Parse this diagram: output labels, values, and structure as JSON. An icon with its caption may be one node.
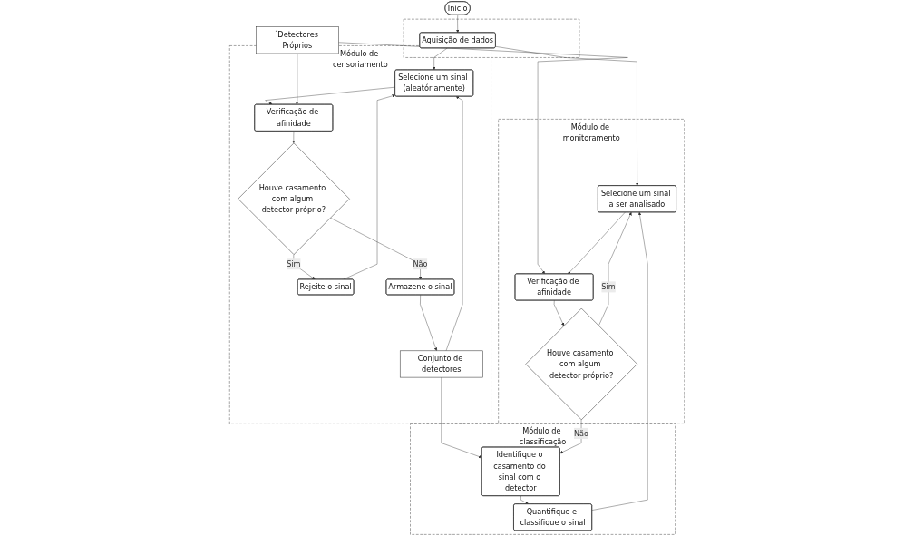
{
  "diagram": {
    "nodes": [
      {
        "text": [
          "Início"
        ]
      },
      {
        "text": [],
        "shape": "box"
      },
      {
        "text": [
          "Aquisição de dados"
        ],
        "in": 1
      },
      {
        "text": [
          "Módulo de censoriamento"
        ]
      },
      {
        "text": [
          "Selecione um sinal (aleatóriamente)"
        ],
        "in": 3
      },
      {
        "text": [
          "Verificação de afinidade"
        ],
        "in": 3
      },
      {
        "text": [
          "Houve casamento com algum detector próprio?"
        ],
        "in": 3
      },
      {
        "text": [
          "Rejeite o sinal"
        ],
        "in": 3
      },
      {
        "text": [
          "Armazene o sinal"
        ],
        "in": 3
      },
      {
        "text": [
          "Conjunto de detectores"
        ],
        "in": 3
      },
      {
        "text": [
          "´Detectores Próprios"
        ]
      },
      {
        "text": [
          "Módulo de monitoramento"
        ]
      },
      {
        "text": [
          "Selecione um sinal a ser analisado"
        ],
        "in": 11
      },
      {
        "text": [
          "Verificação de afinidade"
        ],
        "in": 11
      },
      {
        "text": [
          "Houve casamento com algum detector próprio?"
        ],
        "in": 11
      },
      {
        "text": [
          "Módulo de classificação"
        ]
      },
      {
        "text": [
          "Identifique o casamento do sinal com o detector"
        ],
        "in": 15
      },
      {
        "text": [
          "Quantifique e classifique o sinal"
        ],
        "in": 15
      }
    ],
    "edges": [
      {
        "from": 0,
        "to": 2,
        "arrow": "to"
      },
      {
        "from": 2,
        "to": 12,
        "arrow": "to"
      },
      {
        "from": 2,
        "to": 4,
        "arrow": "to"
      },
      {
        "from": 4,
        "to": 5,
        "arrow": "to"
      },
      {
        "from": 10,
        "to": 5,
        "arrow": "to"
      },
      {
        "from": 10,
        "to": 13,
        "arrow": "to"
      },
      {
        "from": 5,
        "to": 6,
        "arrow": "to"
      },
      {
        "from": 6,
        "to": 7,
        "label": "Sim",
        "arrow": "to"
      },
      {
        "from": 6,
        "to": 8,
        "label": "Não",
        "arrow": "to"
      },
      {
        "from": 8,
        "to": 9,
        "arrow": "to"
      },
      {
        "from": 7,
        "to": 4,
        "arrow": "to"
      },
      {
        "from": 9,
        "to": 4,
        "arrow": "to"
      },
      {
        "from": 9,
        "to": 16,
        "arrow": "to"
      },
      {
        "from": 12,
        "to": 13,
        "arrow": "to"
      },
      {
        "from": 13,
        "to": 14,
        "arrow": "to"
      },
      {
        "from": 14,
        "to": 12,
        "label": "Sim",
        "arrow": "to"
      },
      {
        "from": 14,
        "to": 16,
        "label": "Não",
        "arrow": "to"
      },
      {
        "from": 16,
        "to": 17,
        "arrow": "to"
      },
      {
        "from": 17,
        "to": 12,
        "arrow": "to"
      }
    ]
  }
}
